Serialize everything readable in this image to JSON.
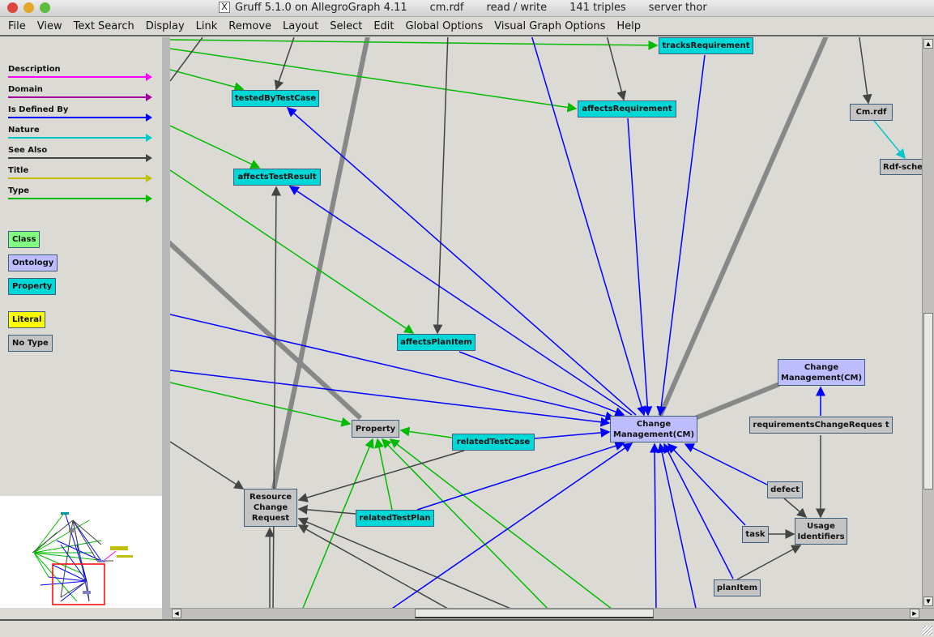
{
  "window": {
    "title": "Gruff 5.1.0 on AllegroGraph 4.11",
    "file": "cm.rdf",
    "mode": "read / write",
    "triples": "141 triples",
    "server": "server thor"
  },
  "menu": [
    "File",
    "View",
    "Text Search",
    "Display",
    "Link",
    "Remove",
    "Layout",
    "Select",
    "Edit",
    "Global Options",
    "Visual Graph Options",
    "Help"
  ],
  "edge_legend": [
    {
      "label": "Description",
      "color": "#ff00ff"
    },
    {
      "label": "Domain",
      "color": "#a000a0"
    },
    {
      "label": "Is Defined By",
      "color": "#0000ff"
    },
    {
      "label": "Nature",
      "color": "#00c8c8"
    },
    {
      "label": "See Also",
      "color": "#444444"
    },
    {
      "label": "Title",
      "color": "#c0c000"
    },
    {
      "label": "Type",
      "color": "#00bb00"
    }
  ],
  "node_legend": [
    {
      "label": "Class",
      "color": "#80ff80"
    },
    {
      "label": "Ontology",
      "color": "#bcbcff"
    },
    {
      "label": "Property",
      "color": "#00d8d8"
    },
    {
      "label": "Literal",
      "color": "#ffff00"
    },
    {
      "label": "No Type",
      "color": "#c4c4c4"
    }
  ],
  "nodes": {
    "tracksRequirement": "tracksRequirement",
    "testedByTestCase": "testedByTestCase",
    "affectsRequirement": "affectsRequirement",
    "cmrdf": "Cm.rdf",
    "rdfsche": "Rdf-sche",
    "affectsTestResult": "affectsTestResult",
    "affectsPlanItem": "affectsPlanItem",
    "cm_top": "Change Management(CM)",
    "requirementsChangeRequest": "requirementsChangeReques t",
    "cm_main": "Change Management(CM)",
    "property": "Property",
    "relatedTestCase": "relatedTestCase",
    "resourceChangeRequest": "Resource Change Request",
    "relatedTestPlan": "relatedTestPlan",
    "defect": "defect",
    "task": "task",
    "usageIdentifiers": "Usage Identifiers",
    "planItem": "planItem"
  }
}
